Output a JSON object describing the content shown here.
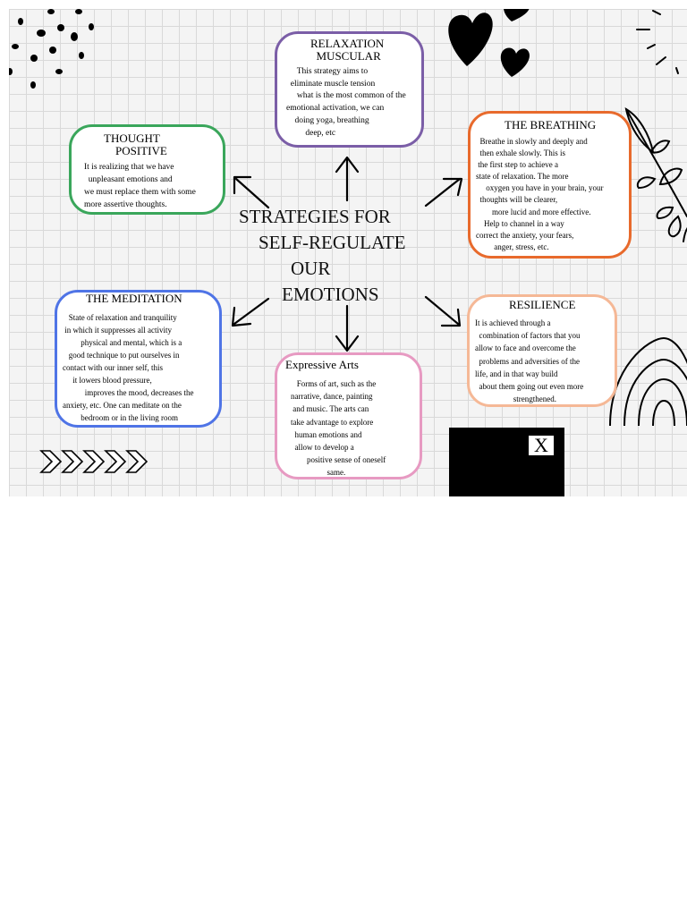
{
  "central_title": {
    "line1": "STRATEGIES FOR",
    "line2": "SELF-REGULATE",
    "line3": "OUR",
    "line4": "EMOTIONS"
  },
  "colors": {
    "relaxation": "#7b5ea7",
    "thought": "#3aa65b",
    "breathing": "#e86a2c",
    "meditation": "#4f74e6",
    "resilience": "#f5b896",
    "arts": "#e79ac2"
  },
  "boxes": {
    "relaxation": {
      "title": "RELAXATION\n  MUSCULAR",
      "body": "     This strategy aims to\n  eliminate muscle tension\n     what is the most common of the\nemotional activation, we can\n    doing yoga, breathing\n         deep, etc"
    },
    "thought": {
      "title": "THOUGHT\n    POSITIVE",
      "body": "It is realizing that we have\n  unpleasant emotions and\nwe must replace them with some\nmore assertive thoughts."
    },
    "breathing": {
      "title": "THE BREATHING",
      "body": "  Breathe in slowly and deeply and\n  then exhale slowly. This is\n the first step to achieve a\nstate of relaxation. The more\n     oxygen you have in your brain, your\n  thoughts will be clearer,\n        more lucid and more effective.\n    Help to channel in a way\ncorrect the anxiety, your fears,\n         anger, stress, etc."
    },
    "meditation": {
      "title": "THE MEDITATION",
      "body": "   State of relaxation and tranquility\n in which it suppresses all activity\n         physical and mental, which is a\n   good technique to put ourselves in\ncontact with our inner self, this\n     it lowers blood pressure,\n           improves the mood, decreases the\nanxiety, etc. One can meditate on the\n         bedroom or in the living room"
    },
    "resilience": {
      "title": "RESILIENCE",
      "body": "It is achieved through a\n  combination of factors that you\nallow to face and overcome the\n  problems and adversities of the\nlife, and in that way build\n  about them going out even more\n                   strengthened."
    },
    "arts": {
      "title": "Expressive Arts",
      "body": "   Forms of art, such as the\nnarrative, dance, painting\n and music. The arts can\ntake advantage to explore\n  human emotions and\n  allow to develop a\n        positive sense of oneself\n                  same."
    }
  },
  "close_button": {
    "label": "X"
  },
  "icons": [
    "heart-icon",
    "arrow-icon",
    "leaf-branch-icon",
    "rainbow-icon",
    "chevron-icon",
    "scribble-dot-icon",
    "sparkle-line-icon"
  ]
}
